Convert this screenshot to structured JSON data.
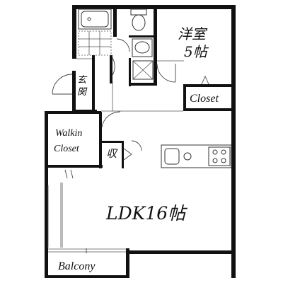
{
  "rooms": {
    "western_room": {
      "name": "洋室",
      "size": "5帖"
    },
    "closet": "Closet",
    "entrance": [
      "玄",
      "関"
    ],
    "walkin_closet": [
      "Walkin",
      "Closet"
    ],
    "storage": "収",
    "ldk": "LDK16帖",
    "balcony": "Balcony"
  }
}
